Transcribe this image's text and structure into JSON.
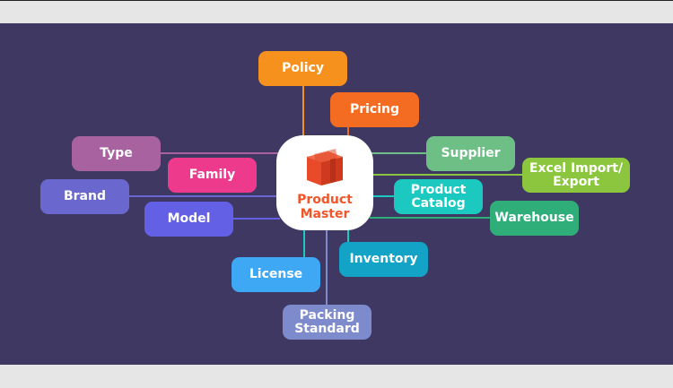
{
  "center": {
    "line1": "Product",
    "line2": "Master",
    "icon": "box-icon",
    "text_color": "#f0562a"
  },
  "nodes": {
    "policy": {
      "label": "Policy",
      "color": "#f7911e"
    },
    "pricing": {
      "label": "Pricing",
      "color": "#f36c21"
    },
    "type": {
      "label": "Type",
      "color": "#a7629f"
    },
    "family": {
      "label": "Family",
      "color": "#ee3a8c"
    },
    "brand": {
      "label": "Brand",
      "color": "#6a68cf"
    },
    "model": {
      "label": "Model",
      "color": "#6360e6"
    },
    "supplier": {
      "label": "Supplier",
      "color": "#6dbf85"
    },
    "excel": {
      "line1": "Excel Import/",
      "line2": "Export",
      "color": "#8cc63e"
    },
    "catalog": {
      "line1": "Product",
      "line2": "Catalog",
      "color": "#1cc9c0"
    },
    "warehouse": {
      "label": "Warehouse",
      "color": "#2fae7a"
    },
    "license": {
      "label": "License",
      "color": "#3ea8f5"
    },
    "inventory": {
      "label": "Inventory",
      "color": "#12a3c6"
    },
    "packing": {
      "line1": "Packing",
      "line2": "Standard",
      "color": "#7d8acb"
    }
  },
  "colors": {
    "background": "#3f3862",
    "chrome": "#e6e6e6"
  }
}
